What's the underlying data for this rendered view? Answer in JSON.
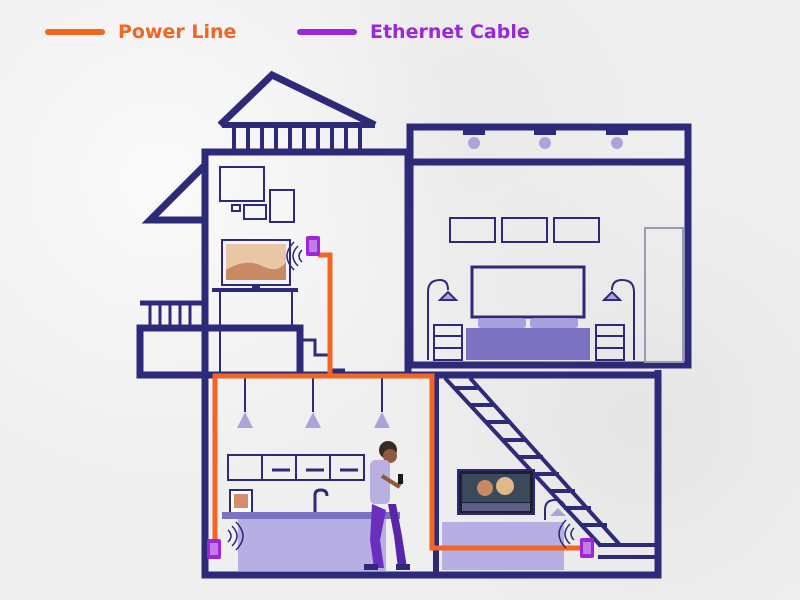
{
  "legend": {
    "power_line": {
      "label": "Power Line",
      "color": "#f26522"
    },
    "ethernet_cable": {
      "label": "Ethernet Cable",
      "color": "#9b27d8"
    }
  },
  "colors": {
    "outline": "#2e2a7a",
    "lavender": "#b9b0e0",
    "lamp": "#aaa4d8",
    "adapter": "#9b27d8",
    "power": "#f26522",
    "bed": "#7c72c2",
    "sofa": "#a89fde",
    "counter": "#b7aee3"
  },
  "icons": [
    "house-outline",
    "powerline-adapter-icon",
    "wifi-signal-icon",
    "ceiling-lamp-icon",
    "tv-icon",
    "monitor-icon",
    "person-with-phone",
    "bed-icon",
    "staircase-icon",
    "sofa-icon",
    "kitchen-counter-icon"
  ]
}
